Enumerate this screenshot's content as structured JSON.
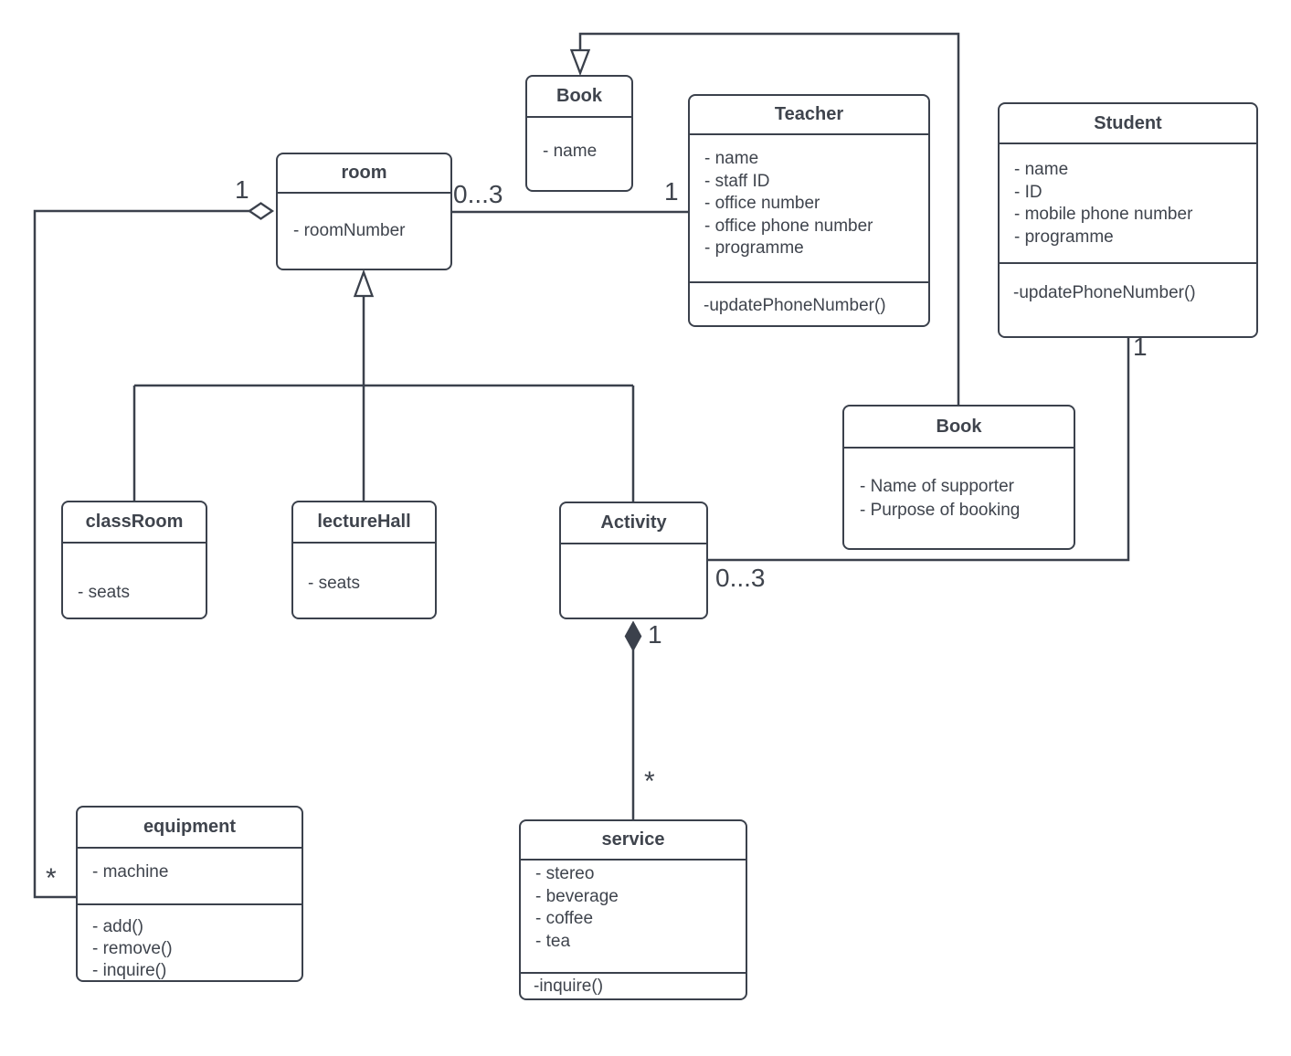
{
  "colors": {
    "line": "#3b414c",
    "text": "#3f444d",
    "background": "#ffffff"
  },
  "classes": {
    "book_top": {
      "name": "Book",
      "attributes": [
        "- name"
      ],
      "methods": []
    },
    "teacher": {
      "name": "Teacher",
      "attributes": [
        "- name",
        "- staff ID",
        "- office number",
        "- office phone number",
        "- programme"
      ],
      "methods": [
        "-updatePhoneNumber()"
      ]
    },
    "student": {
      "name": "Student",
      "attributes": [
        "- name",
        "- ID",
        "- mobile phone number",
        "- programme"
      ],
      "methods": [
        "-updatePhoneNumber()"
      ]
    },
    "room": {
      "name": "room",
      "attributes": [
        "- roomNumber"
      ],
      "methods": []
    },
    "book_bottom": {
      "name": "Book",
      "attributes": [
        "- Name of supporter",
        "- Purpose of booking"
      ],
      "methods": []
    },
    "classroom": {
      "name": "classRoom",
      "attributes": [
        "- seats"
      ],
      "methods": []
    },
    "lecturehall": {
      "name": "lectureHall",
      "attributes": [
        "- seats"
      ],
      "methods": []
    },
    "activity": {
      "name": "Activity",
      "attributes": [],
      "methods": []
    },
    "equipment": {
      "name": "equipment",
      "attributes": [
        "- machine"
      ],
      "methods": [
        "- add()",
        "- remove()",
        "- inquire()"
      ]
    },
    "service": {
      "name": "service",
      "attributes": [
        "- stereo",
        "- beverage",
        "- coffee",
        "- tea"
      ],
      "methods": [
        "-inquire()"
      ]
    }
  },
  "multiplicities": {
    "agg_room_side": "1",
    "agg_equipment_side": "*",
    "assoc_room_side": "0...3",
    "assoc_teacher_side": "1",
    "assoc_student_side": "1",
    "assoc_activity_side": "0...3",
    "comp_activity_side": "1",
    "comp_service_side": "*"
  }
}
